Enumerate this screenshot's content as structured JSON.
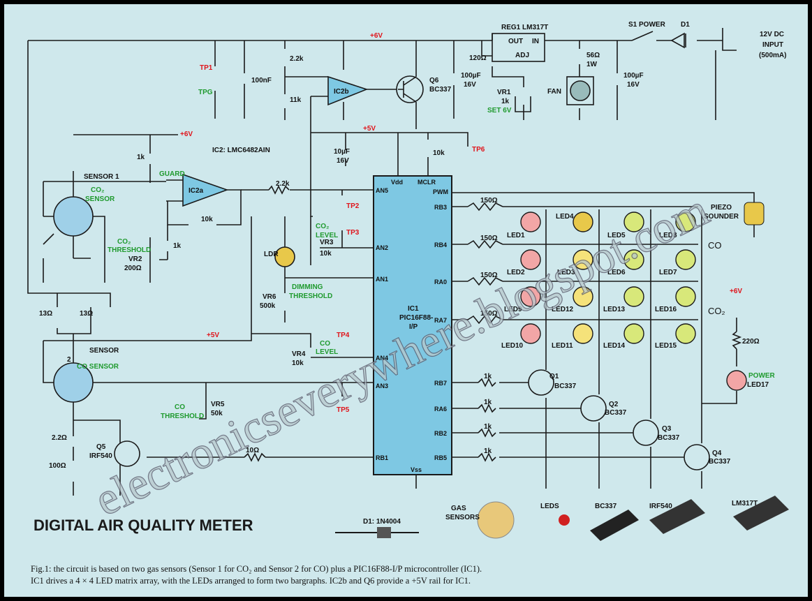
{
  "title": "DIGITAL AIR QUALITY METER",
  "watermark": "electronicseverywhere.blogspot.com",
  "caption": {
    "line1": "Fig.1: the circuit is based on two gas sensors (Sensor 1 for CO₂ and Sensor 2 for CO) plus a PIC16F88-I/P microcontroller (IC1).",
    "line2": "IC1 drives a 4 × 4 LED matrix array, with the LEDs arranged to form two bargraphs. IC2b and Q6 provide a +5V rail for IC1."
  },
  "labels": {
    "rail_6v": "+6V",
    "rail_5v": "+5V",
    "rail_6v_b": "+6V",
    "rail_5v_b": "+5V",
    "power_6v": "+6V",
    "tp1": "TP1",
    "tpg": "TPG",
    "tp2": "TP2",
    "tp3": "TP3",
    "tp4": "TP4",
    "tp5": "TP5",
    "tp6": "TP6",
    "c_100nf": "100nF",
    "r_2k2": "2.2k",
    "r_11k": "11k",
    "ic2b": "IC2b",
    "q6": "Q6",
    "q6_part": "BC337",
    "c_100uf": "100µF",
    "c_16v": "16V",
    "c_10uf": "10µF",
    "reg1": "REG1 LM317T",
    "reg_out": "OUT",
    "reg_in": "IN",
    "reg_adj": "ADJ",
    "r_120": "120Ω",
    "vr1": "VR1",
    "vr1_val": "1k",
    "set6v": "SET 6V",
    "r_56": "56Ω",
    "r_1w": "1W",
    "fan": "FAN",
    "s1": "S1 POWER",
    "d1": "D1",
    "dc_input": "12V DC",
    "dc_input_2": "INPUT",
    "dc_input_3": "(500mA)",
    "ic2": "IC2: LMC6482AIN",
    "r_10k": "10k",
    "r_1k": "1k",
    "guard": "GUARD",
    "sensor1": "SENSOR 1",
    "co2_sensor": "CO₂",
    "co2_sensor_2": "SENSOR",
    "ic2a": "IC2a",
    "co2_threshold": "CO₂",
    "co2_threshold_2": "THRESHOLD",
    "vr2": "VR2",
    "vr2_val": "200Ω",
    "ldr": "LDR",
    "co2_level": "CO₂",
    "level": "LEVEL",
    "vr3": "VR3",
    "dimming": "DIMMING",
    "dimming_2": "THRESHOLD",
    "vr6": "VR6",
    "vr6_val": "500k",
    "r_13": "13Ω",
    "sensor": "SENSOR",
    "sensor2_num": "2",
    "co_sensor": "CO SENSOR",
    "co": "CO",
    "vr4": "VR4",
    "threshold": "THRESHOLD",
    "vr5": "VR5",
    "vr5_val": "50k",
    "r_2r2": "2.2Ω",
    "r_100": "100Ω",
    "q5": "Q5",
    "q5_part": "IRF540",
    "r_10": "10Ω",
    "ic1": "IC1",
    "ic1_part": "PIC16F88-",
    "ic1_part_2": "I/P",
    "r_150": "150Ω",
    "piezo": "PIEZO",
    "sounder": "SOUNDER",
    "co2_row": "CO₂",
    "r_220": "220Ω",
    "power": "POWER",
    "q1": "Q1",
    "q2": "Q2",
    "q3": "Q3",
    "q4": "Q4",
    "bc337": "BC337",
    "d1_part": "D1: 1N4004",
    "gas": "GAS",
    "sensors": "SENSORS",
    "leds": "LEDS",
    "lm317t": "LM317T"
  },
  "pins": {
    "vdd": "Vdd",
    "mclr": "MCLR",
    "vss": "Vss",
    "an5": "AN5",
    "an2": "AN2",
    "an1": "AN1",
    "an4": "AN4",
    "an3": "AN3",
    "rb1": "RB1",
    "pwm": "PWM",
    "rb3": "RB3",
    "rb4": "RB4",
    "ra0": "RA0",
    "ra7": "RA7",
    "rb7": "RB7",
    "ra6": "RA6",
    "rb2": "RB2",
    "rb5": "RB5"
  },
  "leds": {
    "led1": "LED1",
    "led2": "LED2",
    "led3": "LED3",
    "led4": "LED4",
    "led5": "LED5",
    "led6": "LED6",
    "led7": "LED7",
    "led8": "LED8",
    "led9": "LED9",
    "led10": "LED10",
    "led11": "LED11",
    "led12": "LED12",
    "led13": "LED13",
    "led14": "LED14",
    "led15": "LED15",
    "led16": "LED16",
    "led17": "LED17"
  },
  "colors": {
    "background": "#cfe8ec",
    "ic_fill": "#7ec8e3",
    "label_red": "#e0141b",
    "label_green": "#1f9a2e"
  }
}
